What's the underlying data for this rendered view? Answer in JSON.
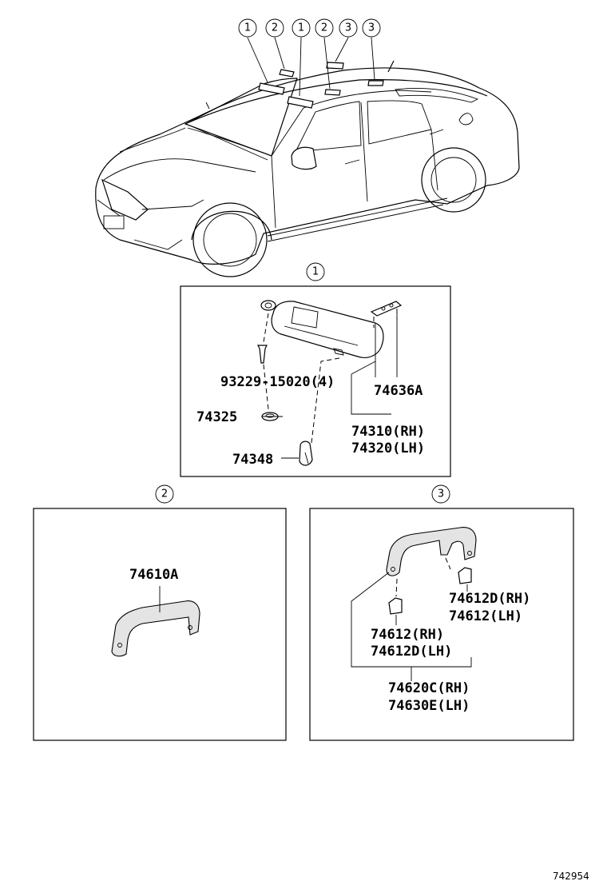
{
  "callouts_top": [
    "1",
    "2",
    "1",
    "2",
    "3",
    "3"
  ],
  "section1": {
    "number": "1",
    "labels": {
      "screw": "93229-15020(4)",
      "visor_support": "74636A",
      "bushing": "74325",
      "visor_rh": "74310(RH)",
      "visor_lh": "74320(LH)",
      "holder": "74348"
    }
  },
  "section2": {
    "number": "2",
    "labels": {
      "grip": "74610A"
    }
  },
  "section3": {
    "number": "3",
    "labels": {
      "cover_a_rh": "74612D(RH)",
      "cover_a_lh": "74612(LH)",
      "cover_b_rh": "74612(RH)",
      "cover_b_lh": "74612D(LH)",
      "grip_rh": "74620C(RH)",
      "grip_lh": "74630E(LH)"
    }
  },
  "figure_ref": "742954"
}
